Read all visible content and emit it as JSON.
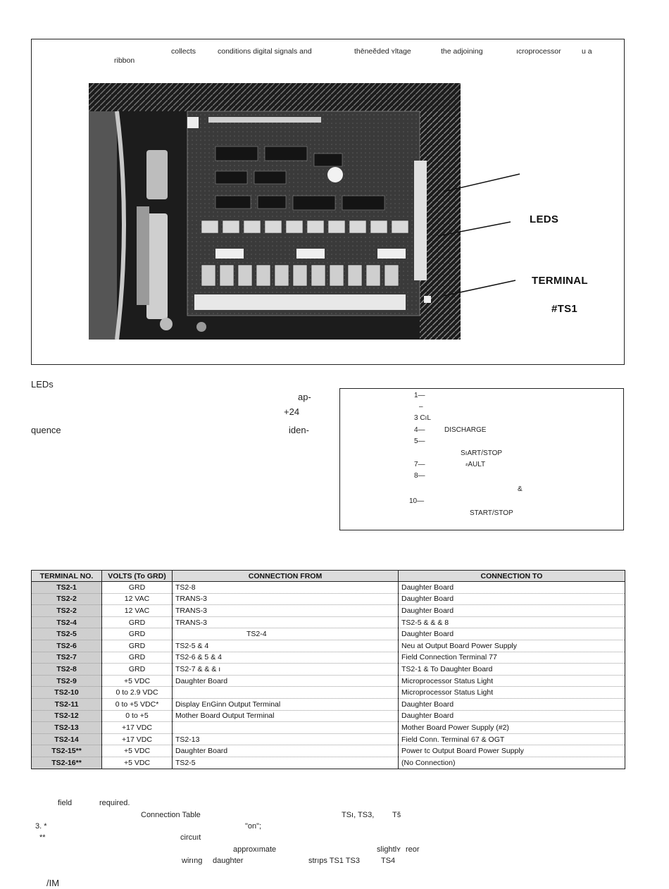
{
  "figure_caption": {
    "line1": [
      {
        "text": "collects",
        "left": 0
      },
      {
        "text": "conditions digital signals and"
      },
      {
        "text": "thēneĕded ʏltage"
      },
      {
        "text": "the adjoining"
      },
      {
        "text": "ıcroprocessor"
      },
      {
        "text": "u a"
      }
    ],
    "line2": "ribbon"
  },
  "photo_labels": {
    "leds": "LEDS",
    "terminal": "TERMINAL",
    "ts1": "#TS1"
  },
  "body_text": {
    "leds_heading": "LEDs",
    "ap": "ap-",
    "plus24": "+24",
    "quence": "quence",
    "iden": "iden-"
  },
  "led_list": [
    {
      "num": "1—",
      "text": ""
    },
    {
      "num": "–",
      "text": ""
    },
    {
      "num": "3 CıL",
      "text": ""
    },
    {
      "num": "4—",
      "text": "DISCHARGE"
    },
    {
      "num": "5—",
      "text": ""
    },
    {
      "num": "",
      "text": "SıART/STOP"
    },
    {
      "num": "7—",
      "text": "⸗AULT"
    },
    {
      "num": "8—",
      "text": ""
    },
    {
      "num": "",
      "text": "&"
    },
    {
      "num": "10—",
      "text": ""
    },
    {
      "num": "",
      "text": "START/STOP"
    }
  ],
  "table": {
    "headers": [
      "TERMINAL NO.",
      "VOLTS (To GRD)",
      "CONNECTION FROM",
      "CONNECTION TO"
    ],
    "rows": [
      [
        "TS2-1",
        "GRD",
        "TS2-8",
        "Daughter Board"
      ],
      [
        "TS2-2",
        "12 VAC",
        "TRANS-3",
        "Daughter Board"
      ],
      [
        "TS2-2",
        "12 VAC",
        "TRANS-3",
        "Daughter Board"
      ],
      [
        "TS2-4",
        "GRD",
        "TRANS-3",
        "TS2-5 &   &   & 8"
      ],
      [
        "TS2-5",
        "GRD",
        "TS2-4",
        "Daughter Board"
      ],
      [
        "TS2-6",
        "GRD",
        "TS2-5 & 4",
        "Neu at Output Board Power Supply"
      ],
      [
        "TS2-7",
        "GRD",
        "TS2-6 & 5 & 4",
        "Field Connection Terminal 77"
      ],
      [
        "TS2-8",
        "GRD",
        "TS2-7 &   &   & ı",
        "TS2-1 & To Daughter Board"
      ],
      [
        "TS2-9",
        "+5 VDC",
        "Daughter Board",
        "Microprocessor Status Light"
      ],
      [
        "TS2-10",
        "0 to 2.9 VDC",
        "",
        "Microprocessor Status Light"
      ],
      [
        "TS2-11",
        "0 to +5 VDC*",
        "Display EnGinn Output Terminal",
        "Daughter Board"
      ],
      [
        "TS2-12",
        "0 to  +5",
        "Mother Board Output Terminal",
        "Daughter Board"
      ],
      [
        "TS2-13",
        "+17 VDC",
        "",
        "Mother Board Power Supply (#2)"
      ],
      [
        "TS2-14",
        "+17 VDC",
        "TS2-13",
        "Field Conn. Terminal 67 & OGT"
      ],
      [
        "TS2-15**",
        "+5 VDC",
        "Daughter Board",
        "Power tc Output Board Power Supply"
      ],
      [
        "TS2-16**",
        "+5 VDC",
        "TS2-5",
        "(No Connection)"
      ]
    ]
  },
  "footnotes": {
    "field": "field",
    "required": "required.",
    "conn_table": "Connection Table",
    "ts_list": "TSı, TS3,",
    "ts_short": "Tš",
    "three_star": "3. *",
    "on": "\"on\";",
    "double_star": "**",
    "circuit": "circuıt",
    "approximate": "approxımate",
    "slightly": "slightlʏ",
    "rear": "reor",
    "wiring": "wirıng",
    "daughter": "daughter",
    "strips": "strıps TS1 TS3",
    "ts4": "TS4",
    "im": "/IM"
  }
}
